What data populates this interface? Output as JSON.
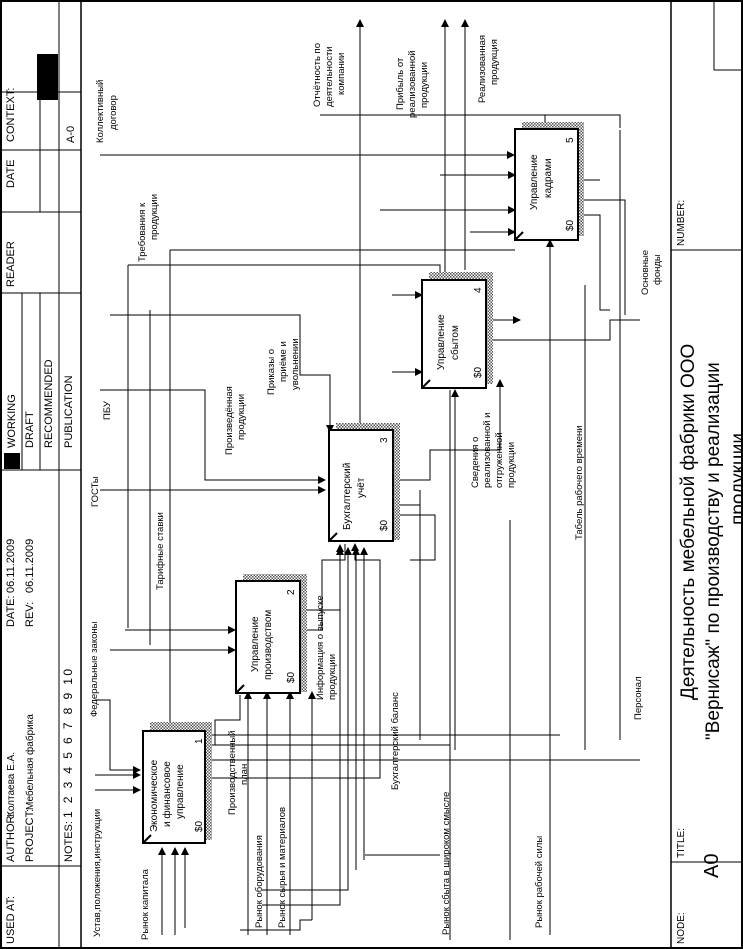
{
  "frame": {
    "used_at_label": "USED AT:",
    "author_label": "AUTHOR:",
    "author": "Колтаева Е.А.",
    "project_label": "PROJECT:",
    "project": "Мебельная фабрика",
    "date_label": "DATE:",
    "date": "06.11.2009",
    "rev_label": "REV:",
    "rev": "06.11.2009",
    "notes_label": "NOTES:",
    "notes_numbers": "1 2 3 4 5 6 7 8 9 10",
    "status": [
      "WORKING",
      "DRAFT",
      "RECOMMENDED",
      "PUBLICATION"
    ],
    "reader_label": "READER",
    "date_col_label": "DATE",
    "context_label": "CONTEXT:",
    "context_node": "A-0",
    "node_label": "NODE:",
    "node": "A0",
    "title_label": "TITLE:",
    "title_lines": [
      "Деятельность мебельной фабрики ООО",
      "\"Вернисаж\" по производству и реализации",
      "продукции"
    ],
    "number_label": "NUMBER:"
  },
  "boxes": [
    {
      "name": "Экономическое и финансовое управление",
      "lines": [
        "Экономическое",
        "и финансовое",
        "управление"
      ],
      "num": "1",
      "cost": "$0"
    },
    {
      "name": "Управление производством",
      "lines": [
        "Управление",
        "производством"
      ],
      "num": "2",
      "cost": "$0"
    },
    {
      "name": "Бухгалтерский учёт",
      "lines": [
        "Бухгалтерский",
        "учёт"
      ],
      "num": "3",
      "cost": "$0"
    },
    {
      "name": "Управление сбытом",
      "lines": [
        "Управление",
        "сбытом"
      ],
      "num": "4",
      "cost": "$0"
    },
    {
      "name": "Управление кадрами",
      "lines": [
        "Управление",
        "кадрами"
      ],
      "num": "5",
      "cost": "$0"
    }
  ],
  "arrows": {
    "ustav": "Устав,положения,инструкции",
    "rynok_kapitala": "Рынок капитала",
    "rynok_oborudovaniya": "Рынок оборудования",
    "rynok_syrya": "Рынок сырья и материалов",
    "rynok_sbyta": "Рынок сбыта в широком смысле",
    "rynok_rabochey_sily": "Рынок рабочей силы",
    "federalnye_zakony": "Федеральные законы",
    "tarifnye_stavki": "Тарифные ставки",
    "gosty": "ГОСТы",
    "pbu": "ПБУ",
    "trebovaniya": "Требования к продукции",
    "kollektivny_dogovor": "Коллективный договор",
    "proizv_plan": "Производственный план",
    "info_vypusk": "Информация о выпуске продукции",
    "buh_balans": "Бухгалтерский баланс",
    "personal": "Персонал",
    "proizved_produkcii": "Произведённая продукции",
    "prikazy": "Приказы о приёме и увольнении",
    "svedeniya": "Сведения о реализованной и отгруженной продукции",
    "tabel": "Табель рабочего времени",
    "osnovnye_fondy": "Основные фонды",
    "otchetnost": "Отчётность по деятельности компании",
    "pribyl": "Прибыль от реализованной продукции",
    "realiz_produkciya": "Реализованная продукция"
  }
}
